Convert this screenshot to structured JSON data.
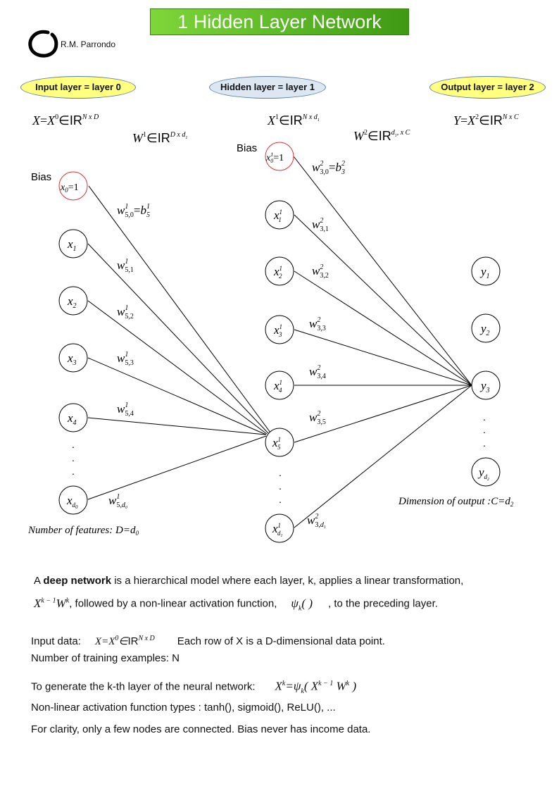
{
  "title": "1 Hidden Layer Network",
  "author": "R.M. Parrondo",
  "layers": {
    "input": "Input layer = layer 0",
    "hidden": "Hidden layer = layer 1",
    "output": "Output layer = layer 2"
  },
  "diagram": {
    "bias_label": "Bias",
    "dots": ".",
    "input_features_note": "Number of features: D=d",
    "input_features_sub": "0",
    "output_dim_note": "Dimension of output :C=d",
    "output_dim_sub": "2"
  },
  "text": {
    "desc1_a": "A ",
    "desc1_bold": "deep network",
    "desc1_b": " is a hierarchical model where each layer, k,  applies a linear transformation,",
    "desc2_a": ", followed by a non-linear activation function,",
    "desc2_b": ", to the preceding layer.",
    "input_data_label": "Input data:",
    "input_data_note": "Each row of X is a D-dimensional data point.",
    "examples": "Number of training examples: N",
    "klayer": "To generate the k-th layer of the neural network:",
    "activations": "Non-linear activation function types : tanh(), sigmoid(), ReLU(), ...",
    "clarity": "For clarity, only a few nodes are connected. Bias never has income data."
  }
}
